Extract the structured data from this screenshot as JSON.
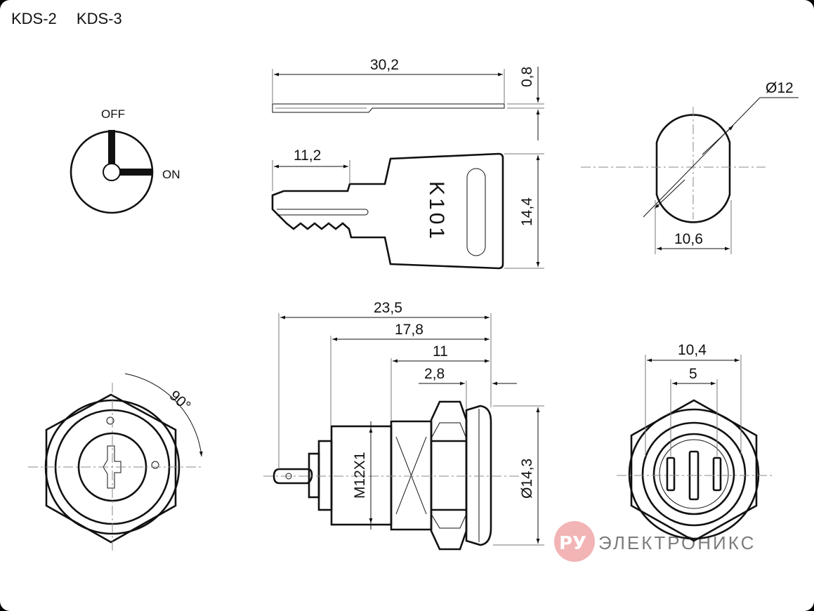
{
  "header": {
    "models": [
      "KDS-2",
      "KDS-3"
    ]
  },
  "switch_diagram": {
    "off_label": "OFF",
    "on_label": "ON"
  },
  "key_side": {
    "length": "30,2",
    "thickness": "0,8"
  },
  "key_face": {
    "blade_length": "11,2",
    "height": "14,4",
    "engraving": "K101"
  },
  "cylinder_front": {
    "diameter": "Ø12",
    "flat_width": "10,6"
  },
  "switch_front": {
    "rotation": "90°"
  },
  "switch_side": {
    "total_length": "23,5",
    "body_length": "17,8",
    "thread_length": "11",
    "flange_thickness": "2,8",
    "thread": "M12X1",
    "flange_diameter": "Ø14,3"
  },
  "switch_rear": {
    "outer_span": "10,4",
    "pin_pitch": "5"
  },
  "watermark": {
    "badge": "РУ",
    "brand": "ЭЛЕКТРОНИКС",
    "color": "#e8787a"
  }
}
